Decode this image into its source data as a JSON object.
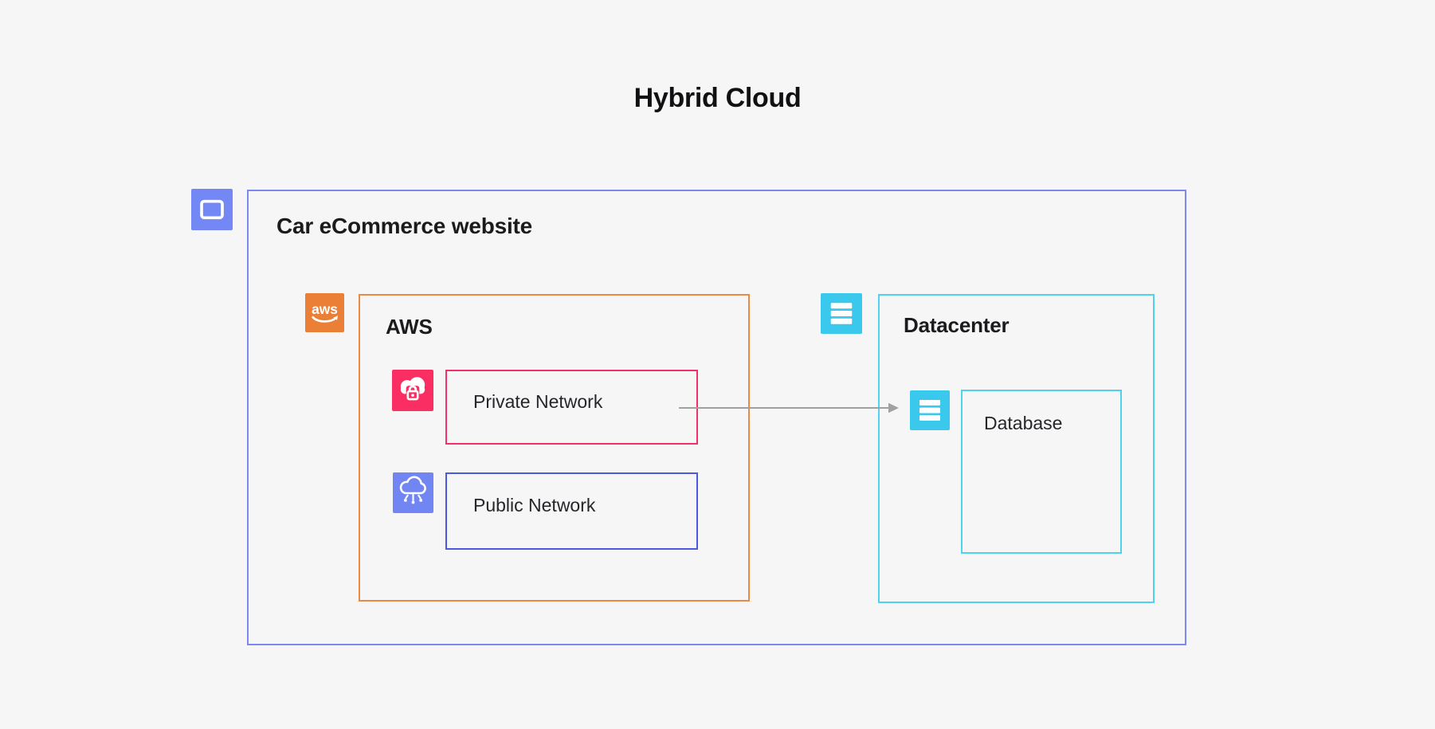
{
  "page": {
    "title": "Hybrid Cloud",
    "background_color": "#f6f6f6",
    "text_color": "#1c1c1e"
  },
  "diagram": {
    "groups": [
      {
        "id": "car-ecommerce-website",
        "label": "Car eCommerce website",
        "border_color": "#7d89f0",
        "icon": "browser-window-icon",
        "icon_color": "#7388f4"
      },
      {
        "id": "aws",
        "label": "AWS",
        "border_color": "#eb8a44",
        "icon": "aws-icon",
        "icon_color": "#ec7f36"
      },
      {
        "id": "datacenter",
        "label": "Datacenter",
        "border_color": "#4ed2f0",
        "icon": "server-stack-icon",
        "icon_color": "#3ac8ec"
      }
    ],
    "nodes": [
      {
        "id": "private-network",
        "label": "Private Network",
        "border_color": "#f23069",
        "icon": "secure-cloud-icon",
        "icon_color": "#fa2e63",
        "parent": "aws"
      },
      {
        "id": "public-network",
        "label": "Public Network",
        "border_color": "#4a59e0",
        "icon": "cloud-network-icon",
        "icon_color": "#7185f3",
        "parent": "aws"
      },
      {
        "id": "database",
        "label": "Database",
        "border_color": "#4ed2f0",
        "icon": "server-stack-icon",
        "icon_color": "#3ac8ec",
        "parent": "datacenter"
      }
    ],
    "connections": [
      {
        "from": "private-network",
        "to": "database",
        "color": "#a1a1a1",
        "style": "arrow-right"
      }
    ]
  }
}
